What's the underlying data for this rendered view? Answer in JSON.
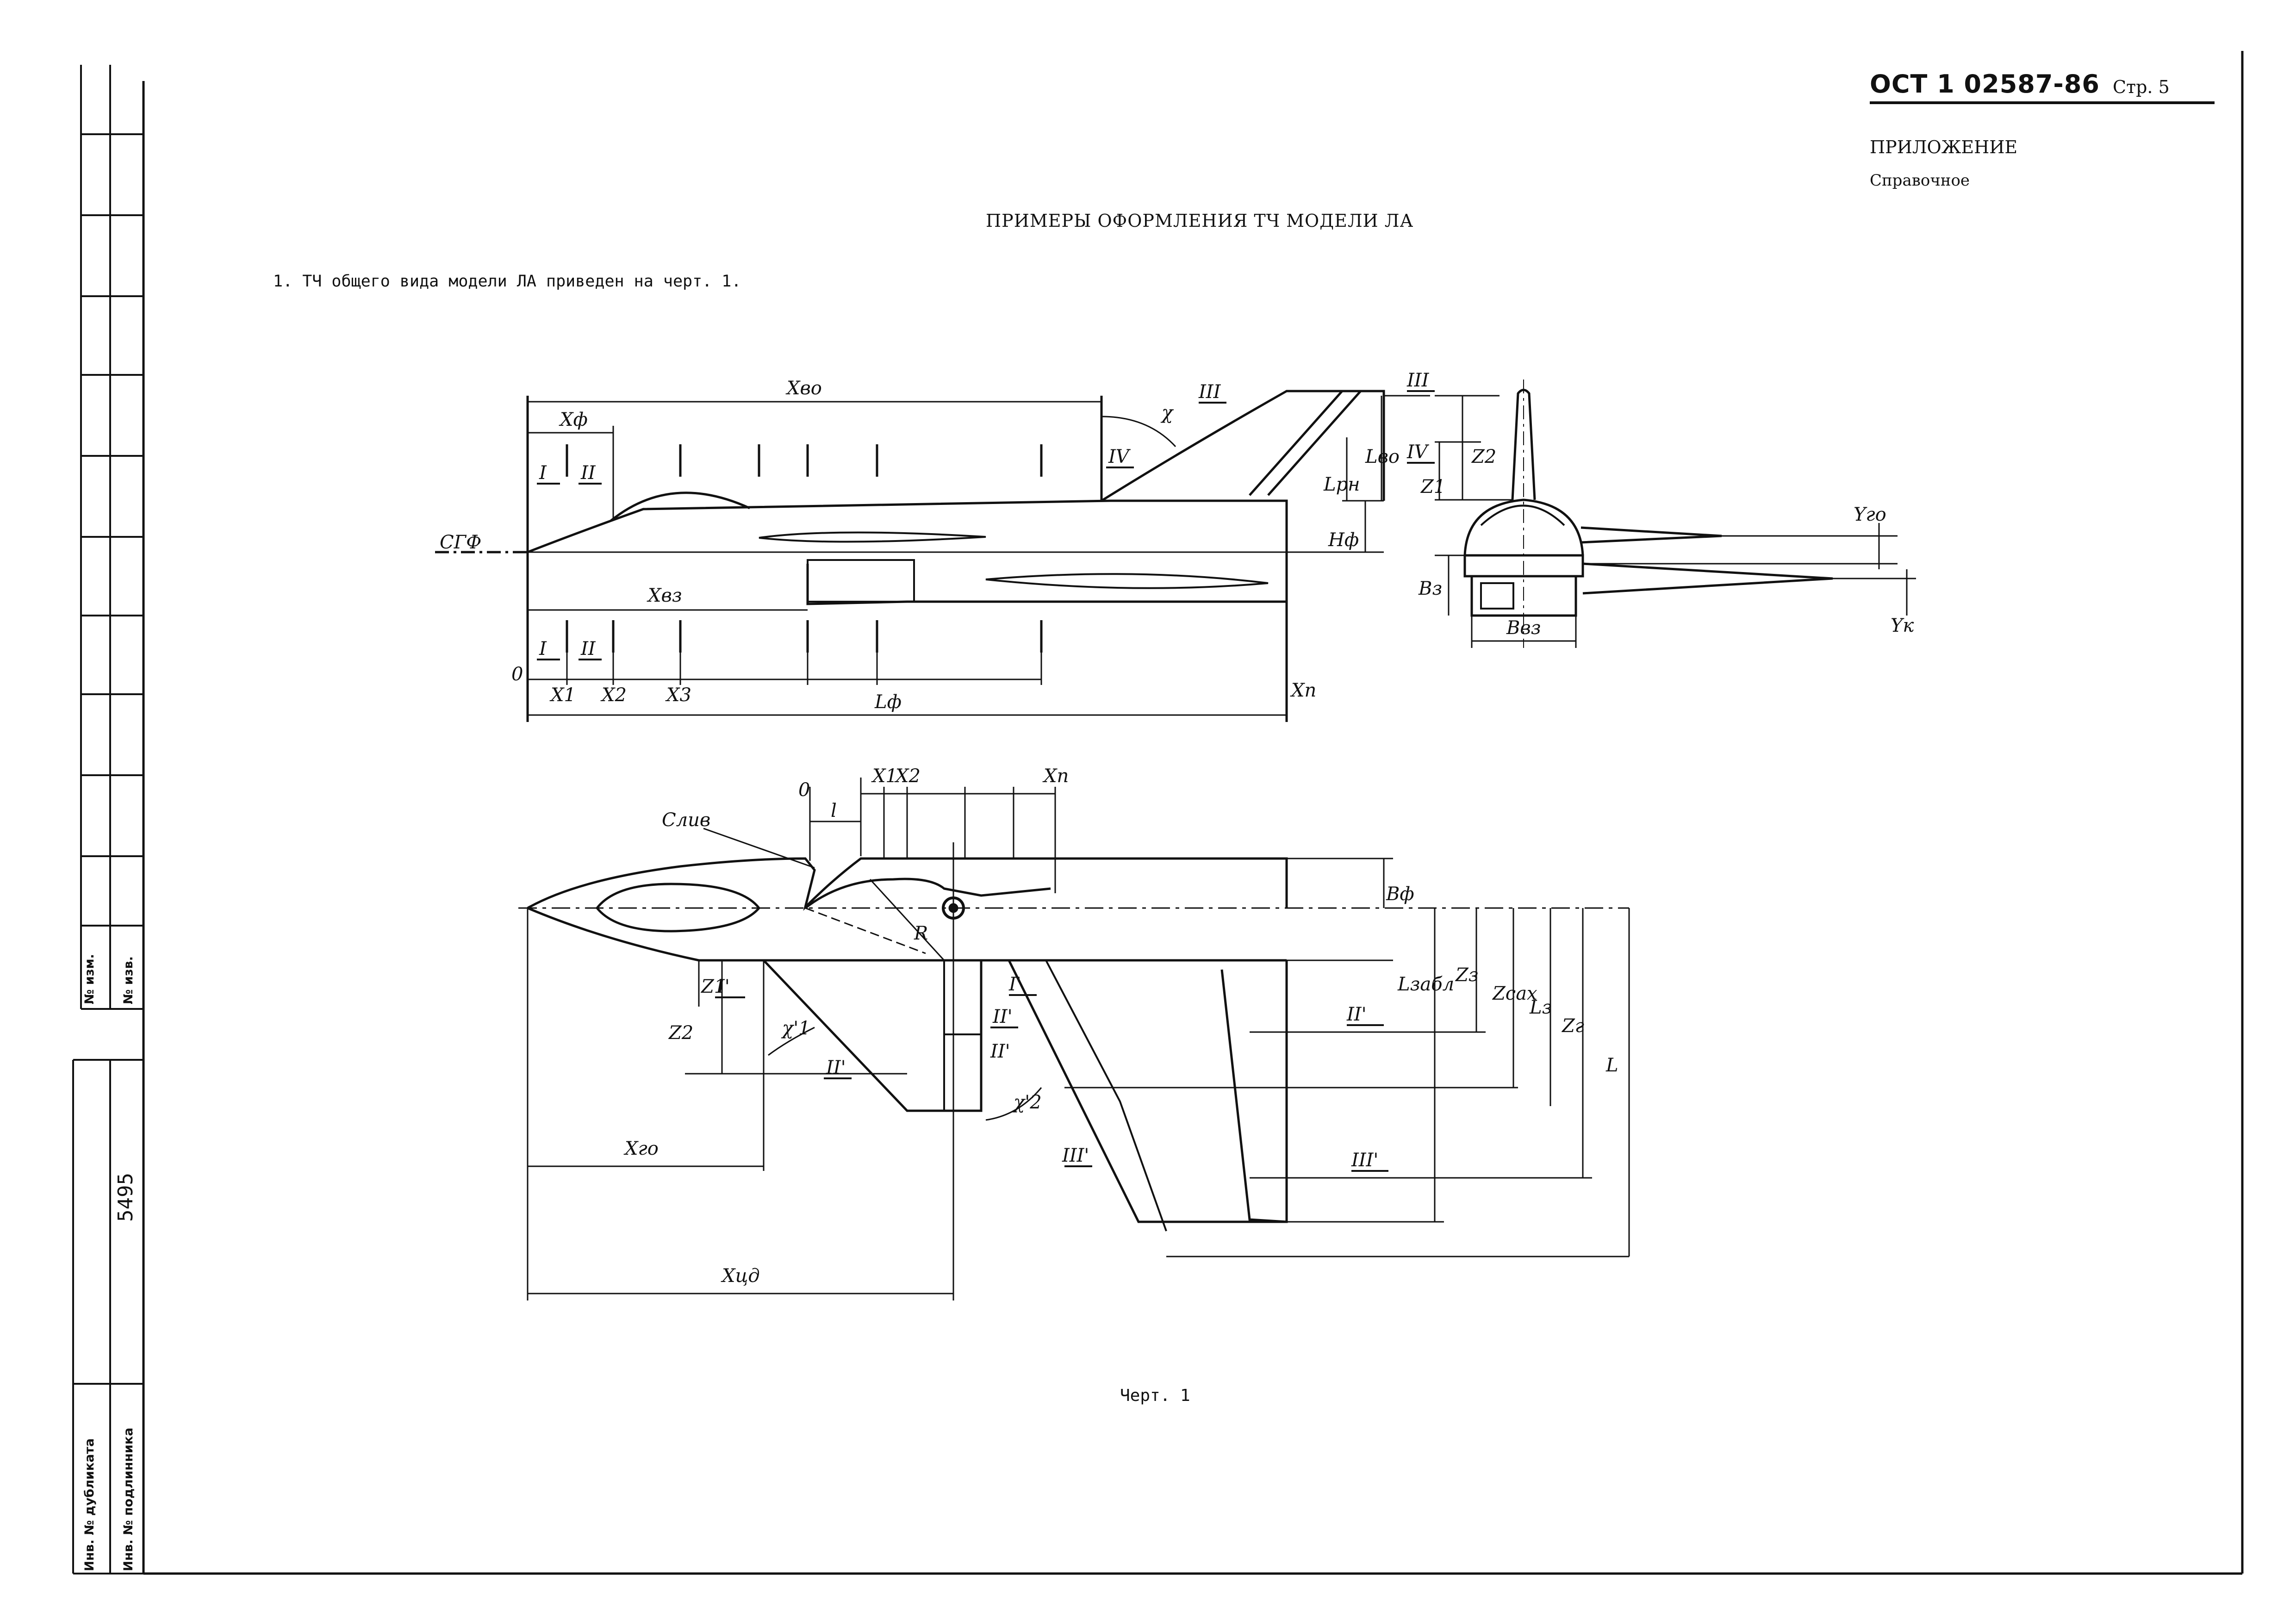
{
  "header": {
    "doc_code": "ОСТ 1 02587-86",
    "page_label": "Стр. 5",
    "appendix": "ПРИЛОЖЕНИЕ",
    "reference_type": "Справочное"
  },
  "title": "ПРИМЕРЫ ОФОРМЛЕНИЯ ТЧ МОДЕЛИ ЛА",
  "paragraph_1": "1. ТЧ общего вида модели ЛА приведен на черт. 1.",
  "caption": "Черт. 1",
  "side_stamp": {
    "change_no": "№ изм.",
    "notice_no": "№ изв.",
    "inventory_number": "5495",
    "duplicate_inv": "Инв. № дубликата",
    "original_inv": "Инв. № подлинника"
  },
  "drawing_labels": {
    "side_view": {
      "x_vo": "Xво",
      "x_f": "Xф",
      "chi": "χ",
      "sec_III": "III",
      "sec_IV": "IV",
      "sec_I": "I",
      "sec_II": "II",
      "sgf": "СГФ",
      "l_rn": "Lрн",
      "h_f": "Hф",
      "l_vo": "Lво",
      "x_vz": "Xвз",
      "zero": "0",
      "x1": "X1",
      "x2": "X2",
      "x3": "X3",
      "l_f": "Lф",
      "x_p": "Xп"
    },
    "front_view": {
      "sec_III": "III",
      "sec_IV": "IV",
      "z1": "Z1",
      "z2": "Z2",
      "y_go": "Yго",
      "b_z": "Bз",
      "b_vz": "Bвз",
      "y_k": "Yк"
    },
    "plan_view": {
      "zero": "0",
      "x1": "X1",
      "x2": "X2",
      "x_p": "Xп",
      "l": "l",
      "sliv": "Слив",
      "r": "R",
      "b_f": "Bф",
      "z1": "Z1",
      "z2": "Z2",
      "sec_I_p": "I'",
      "sec_II_p": "II'",
      "sec_III_p": "III'",
      "chi1": "χ'1",
      "chi2": "χ'2",
      "x_go": "Xго",
      "x_cd": "Xцд",
      "l_zabl": "Lзабл",
      "z_z": "Zз",
      "z_sah": "Zсах",
      "l_z": "Lз",
      "z_r": "Zг",
      "big_l": "L"
    }
  }
}
